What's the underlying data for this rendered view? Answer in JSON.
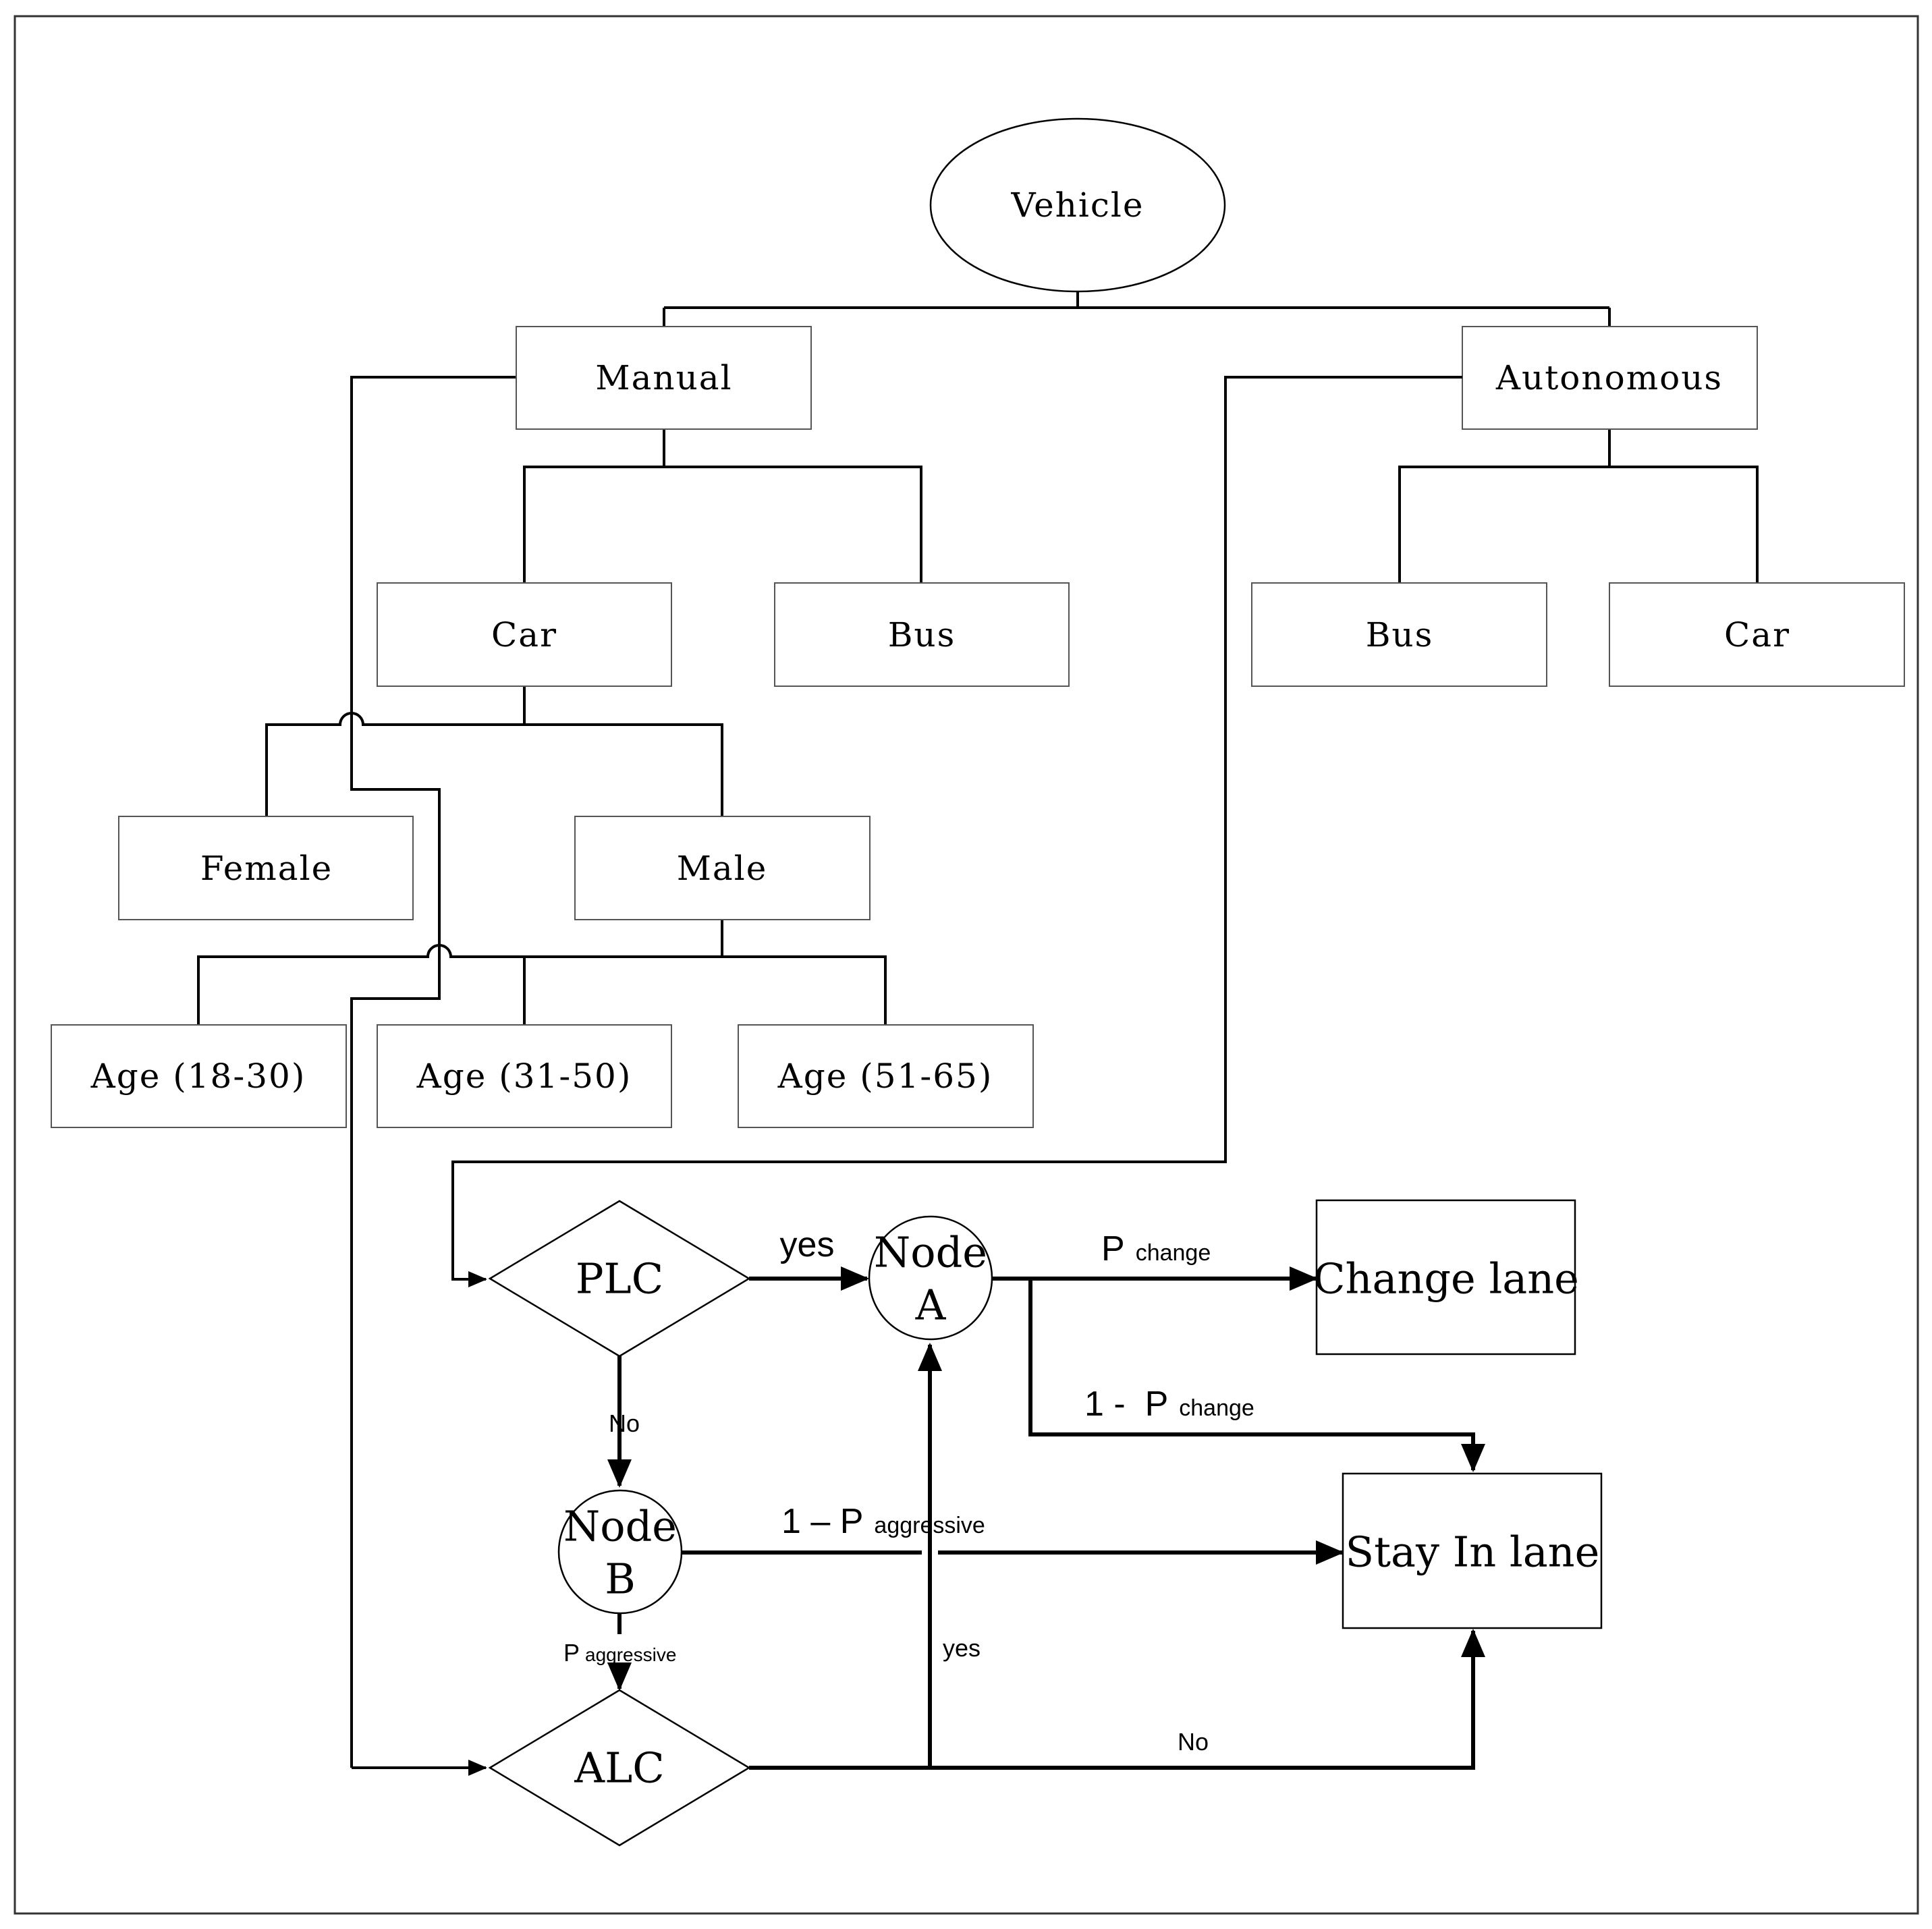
{
  "tree": {
    "root": "Vehicle",
    "manual": "Manual",
    "autonomous": "Autonomous",
    "manual_car": "Car",
    "manual_bus": "Bus",
    "auto_bus": "Bus",
    "auto_car": "Car",
    "female": "Female",
    "male": "Male",
    "age_1": "Age (18-30)",
    "age_2": "Age (31-50)",
    "age_3": "Age (51-65)"
  },
  "flow": {
    "plc": "PLC",
    "alc": "ALC",
    "node_a_line1": "Node",
    "node_a_line2": "A",
    "node_b_line1": "Node",
    "node_b_line2": "B",
    "change_lane": "Change lane",
    "stay_in_lane": "Stay In lane",
    "edge_plc_yes": "yes",
    "edge_plc_no": "No",
    "edge_alc_yes": "yes",
    "edge_alc_no": "No",
    "p_symbol": "P",
    "p_change_sub": "change",
    "one_minus_p": "1 -  P",
    "one_minus_p_change_sub": "change",
    "one_minus_p_aggr": "1 – P",
    "aggressive_sub": "aggressive",
    "p_aggr": "P",
    "p_aggr_sub": "aggressive"
  }
}
